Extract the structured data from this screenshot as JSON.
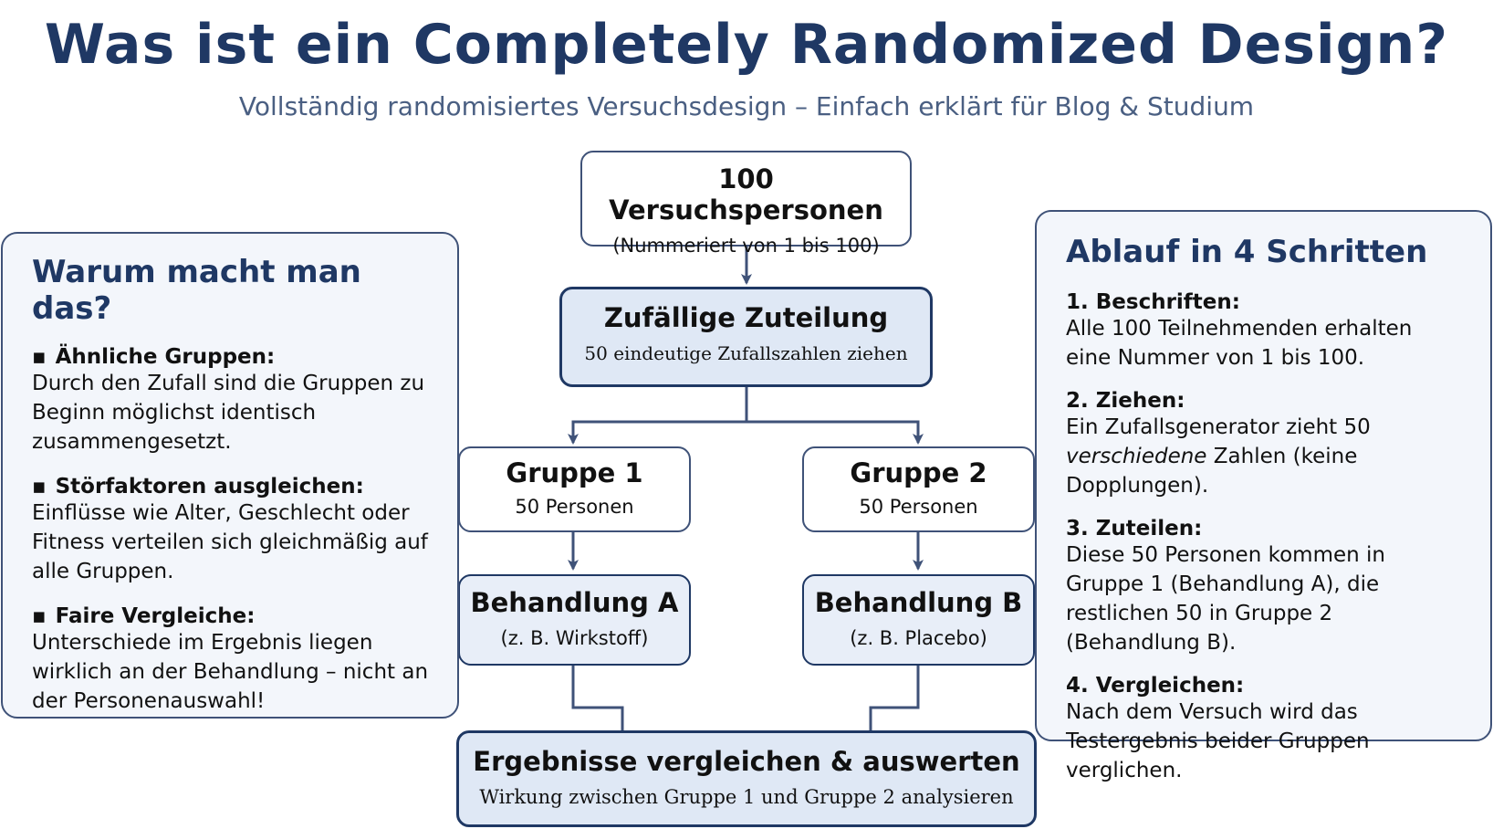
{
  "title": "Was ist ein Completely Randomized Design?",
  "subtitle": "Vollständig randomisiertes Versuchsdesign – Einfach erklärt für Blog & Studium",
  "flow": {
    "participants": {
      "title": "100 Versuchspersonen",
      "sub": "(Nummeriert von 1 bis 100)"
    },
    "randomization": {
      "title": "Zufällige Zuteilung",
      "sub": "50 eindeutige Zufallszahlen ziehen"
    },
    "group1": {
      "title": "Gruppe 1",
      "sub": "50 Personen"
    },
    "group2": {
      "title": "Gruppe 2",
      "sub": "50 Personen"
    },
    "treatmentA": {
      "title": "Behandlung A",
      "sub": "(z. B. Wirkstoff)"
    },
    "treatmentB": {
      "title": "Behandlung B",
      "sub": "(z. B. Placebo)"
    },
    "results": {
      "title": "Ergebnisse vergleichen & auswerten",
      "sub": "Wirkung zwischen Gruppe 1 und Gruppe 2 analysieren"
    }
  },
  "why": {
    "heading": "Warum macht man das?",
    "items": [
      {
        "title": "Ähnliche Gruppen:",
        "text": "Durch den Zufall sind die Gruppen zu Beginn möglichst identisch zusammengesetzt."
      },
      {
        "title": "Störfaktoren ausgleichen:",
        "text": "Einflüsse wie Alter, Geschlecht oder Fitness verteilen sich gleichmäßig auf alle Gruppen."
      },
      {
        "title": "Faire Vergleiche:",
        "text": "Unterschiede im Ergebnis liegen wirklich an der Behandlung – nicht an der Personenauswahl!"
      }
    ]
  },
  "steps": {
    "heading": "Ablauf in 4 Schritten",
    "items": [
      {
        "title": "1.  Beschriften:",
        "text": "Alle 100 Teilnehmenden erhalten eine Nummer von 1 bis 100."
      },
      {
        "title": "2.  Ziehen:",
        "text_before": "Ein Zufallsgenerator zieht 50 ",
        "emph": "verschiedene",
        "text_after": " Zahlen (keine Dopplungen)."
      },
      {
        "title": "3.  Zuteilen:",
        "text": "Diese 50 Personen kommen in Gruppe 1 (Behandlung A), die restlichen 50 in Gruppe 2 (Behandlung B)."
      },
      {
        "title": "4.  Vergleichen:",
        "text": "Nach dem Versuch wird das Testergebnis beider Gruppen verglichen."
      }
    ]
  },
  "colors": {
    "primary": "#1f3864",
    "box_fill": "#dfe8f5",
    "panel_fill": "#f3f6fb"
  }
}
